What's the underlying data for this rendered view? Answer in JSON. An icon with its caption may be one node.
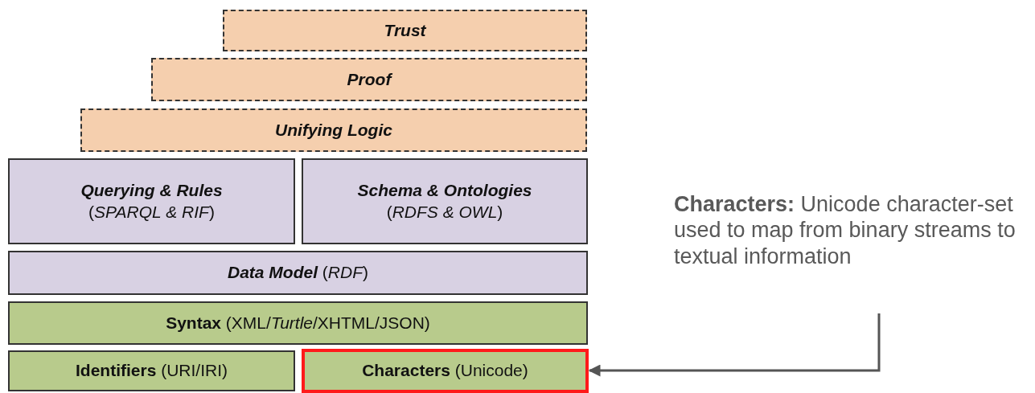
{
  "diagram": {
    "nodes": [
      {
        "text": [
          "Trust"
        ]
      },
      {
        "text": [
          "Proof"
        ]
      },
      {
        "text": [
          "Unifying Logic"
        ]
      },
      {
        "text": [
          "Querying & Rules",
          "(*SPARQL & RIF*)"
        ]
      },
      {
        "text": [
          "Schema & Ontologies",
          "(*RDFS & OWL*)"
        ]
      },
      {
        "text": [
          "**Data Model** (*RDF*)"
        ]
      },
      {
        "text": [
          "**Syntax** (XML/*Turtle*/XHTML/JSON)"
        ]
      },
      {
        "text": [
          "**Identifiers** (URI/IRI)"
        ]
      },
      {
        "text": [
          "**Characters** (Unicode)"
        ]
      },
      {
        "text": [
          "**Characters:** Unicode character-set used to map from binary streams to textual information"
        ]
      }
    ],
    "edges": [
      {
        "from": 9,
        "to": 8,
        "arrow": "to"
      }
    ]
  }
}
